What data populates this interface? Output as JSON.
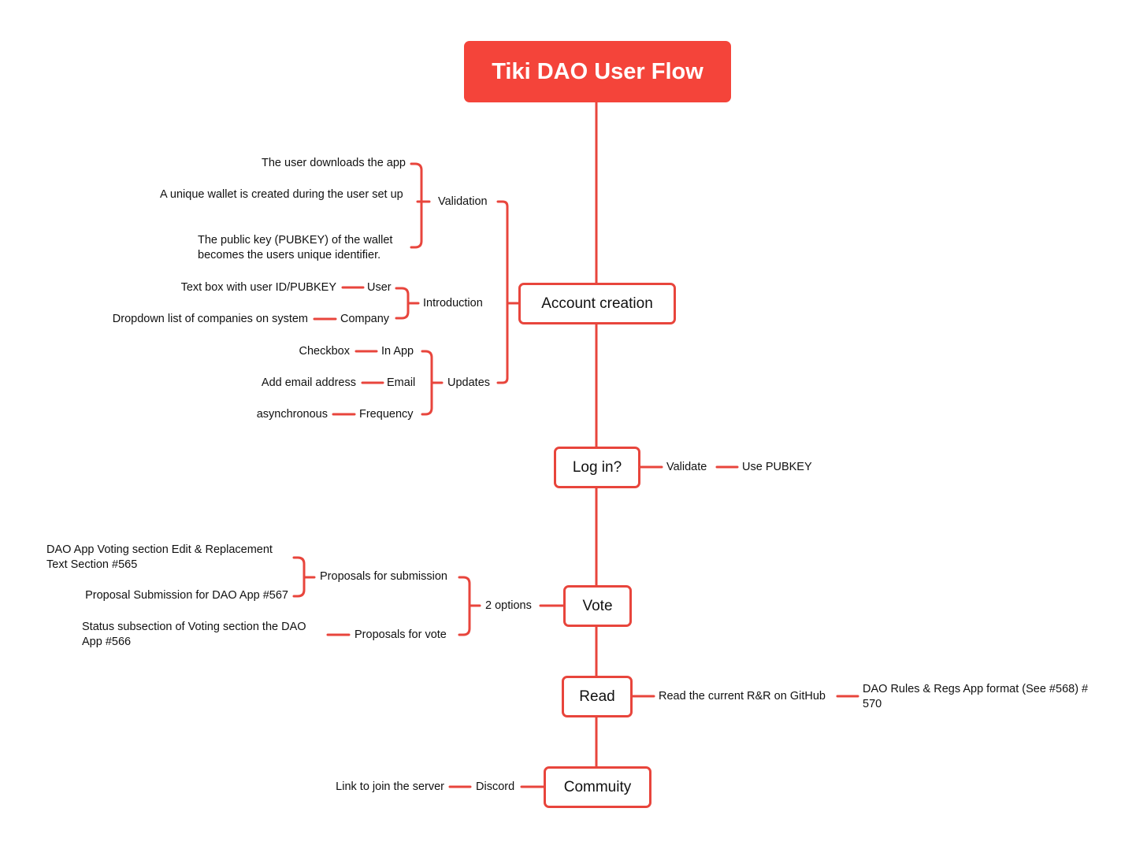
{
  "title": "Tiki DAO User Flow",
  "colors": {
    "accent": "#f4443a",
    "line": "#e8453c",
    "text": "#111111",
    "background": "#ffffff"
  },
  "nodes": {
    "account_creation": "Account creation",
    "log_in": "Log in?",
    "vote": "Vote",
    "read": "Read",
    "community": "Commuity"
  },
  "account_creation": {
    "validation": {
      "label": "Validation",
      "items": [
        "The user downloads the app",
        "A unique wallet is created during the user set up",
        "The public key (PUBKEY) of the wallet becomes the users unique identifier."
      ]
    },
    "introduction": {
      "label": "Introduction",
      "user": {
        "label": "User",
        "detail": "Text box with user ID/PUBKEY"
      },
      "company": {
        "label": "Company",
        "detail": "Dropdown list of companies on system"
      }
    },
    "updates": {
      "label": "Updates",
      "in_app": {
        "label": "In App",
        "detail": "Checkbox"
      },
      "email": {
        "label": "Email",
        "detail": "Add email address"
      },
      "frequency": {
        "label": "Frequency",
        "detail": "asynchronous"
      }
    }
  },
  "log_in": {
    "validate": "Validate",
    "use_pubkey": "Use PUBKEY"
  },
  "vote": {
    "options": "2 options",
    "proposals_submission": {
      "label": "Proposals for submission",
      "items": [
        "DAO App Voting section Edit & Replacement Text Section #565",
        "Proposal Submission for DAO App #567"
      ]
    },
    "proposals_vote": {
      "label": "Proposals for vote",
      "detail": "Status subsection of Voting section the DAO App #566"
    }
  },
  "read": {
    "action": "Read the current R&R on GitHub",
    "detail": "DAO Rules & Regs App format (See #568) # 570"
  },
  "community": {
    "discord": "Discord",
    "link": "Link to join the server"
  }
}
